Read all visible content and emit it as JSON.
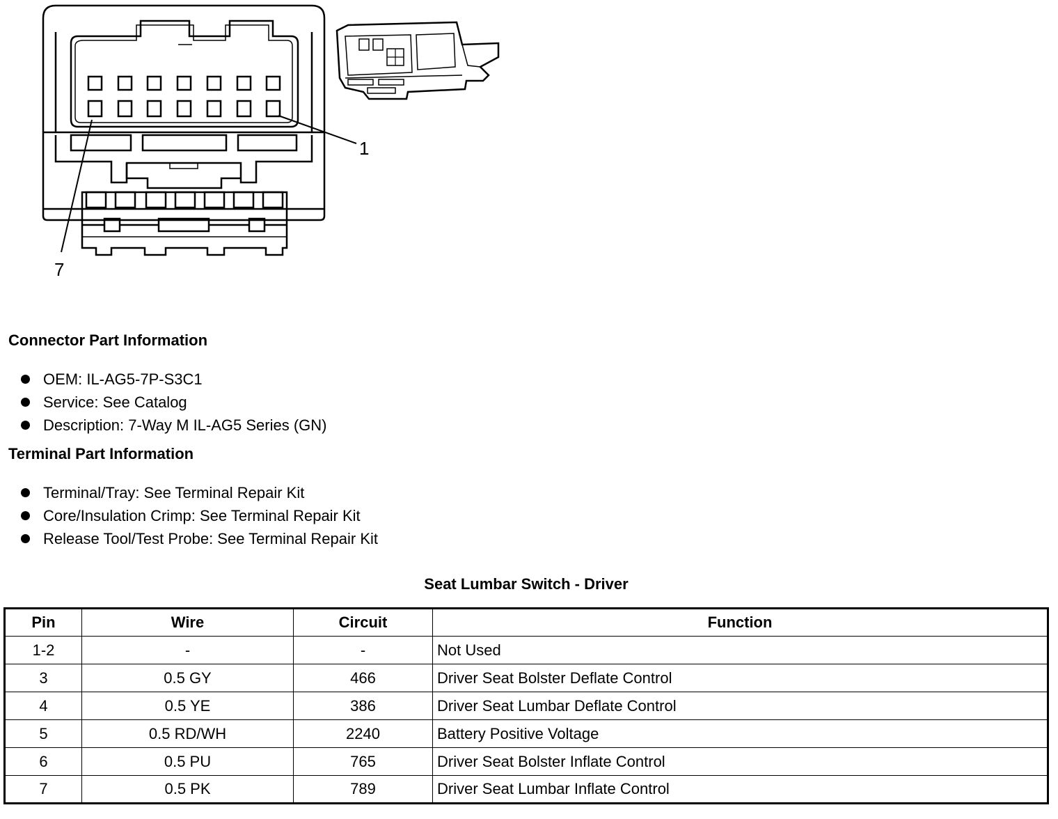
{
  "callouts": {
    "pin_first": "1",
    "pin_last": "7"
  },
  "connector_info": {
    "heading": "Connector Part Information",
    "items": [
      "OEM: IL-AG5-7P-S3C1",
      "Service: See Catalog",
      "Description: 7-Way M IL-AG5 Series (GN)"
    ]
  },
  "terminal_info": {
    "heading": "Terminal Part Information",
    "items": [
      "Terminal/Tray: See Terminal Repair Kit",
      "Core/Insulation Crimp: See Terminal Repair Kit",
      "Release Tool/Test Probe: See Terminal Repair Kit"
    ]
  },
  "table": {
    "title": "Seat Lumbar Switch - Driver",
    "headers": {
      "pin": "Pin",
      "wire": "Wire",
      "circuit": "Circuit",
      "function": "Function"
    },
    "rows": [
      {
        "pin": "1-2",
        "wire": "-",
        "circuit": "-",
        "function": "Not Used"
      },
      {
        "pin": "3",
        "wire": "0.5 GY",
        "circuit": "466",
        "function": "Driver Seat Bolster Deflate Control"
      },
      {
        "pin": "4",
        "wire": "0.5 YE",
        "circuit": "386",
        "function": "Driver Seat Lumbar Deflate Control"
      },
      {
        "pin": "5",
        "wire": "0.5 RD/WH",
        "circuit": "2240",
        "function": "Battery Positive Voltage"
      },
      {
        "pin": "6",
        "wire": "0.5 PU",
        "circuit": "765",
        "function": "Driver Seat Bolster Inflate Control"
      },
      {
        "pin": "7",
        "wire": "0.5 PK",
        "circuit": "789",
        "function": "Driver Seat Lumbar Inflate Control"
      }
    ]
  }
}
